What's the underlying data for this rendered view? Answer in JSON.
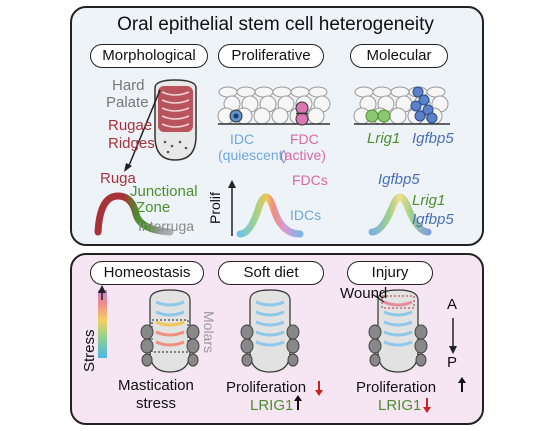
{
  "title": "Oral epithelial stem cell heterogeneity",
  "top_headers": {
    "morphological": "Morphological",
    "proliferative": "Proliferative",
    "molecular": "Molecular"
  },
  "morphological": {
    "hard": "Hard",
    "palate": "Palate",
    "rugae": "Rugae",
    "ridges": "Ridges",
    "ruga": "Ruga",
    "junctional": "Junctional",
    "zone": "Zone",
    "interruga": "Interruga"
  },
  "proliferative": {
    "idc": "IDC",
    "quiescent": "(quiescent)",
    "fdc": "FDC",
    "active": "(active)",
    "fdcs": "FDCs",
    "idcs": "IDCs",
    "prolif": "Prolif"
  },
  "molecular": {
    "lrig1": "Lrig1",
    "igfbp5": "Igfbp5",
    "curve_igfbp5_top": "Igfbp5",
    "curve_lrig1": "Lrig1",
    "curve_igfbp5_bottom": "Igfbp5"
  },
  "bottom_headers": {
    "homeostasis": "Homeostasis",
    "soft_diet": "Soft diet",
    "injury": "Injury"
  },
  "homeostasis": {
    "stress": "Stress",
    "molars": "Molars",
    "mastication": "Mastication",
    "stress_label": "stress"
  },
  "soft_diet": {
    "proliferation": "Proliferation",
    "lrig1": "LRIG1"
  },
  "injury": {
    "wound": "Wound",
    "proliferation": "Proliferation",
    "lrig1": "LRIG1",
    "a": "A",
    "p": "P"
  },
  "colors": {
    "ruga": "#a8323a",
    "junctional": "#4d8f2e",
    "interruga": "#8a8a8a",
    "quiescent": "#6fa8dc",
    "active": "#d66aa8",
    "lrig1": "#5b9b3a",
    "igfbp5": "#4a6fb5",
    "up": "#111111",
    "down": "#cc2222"
  }
}
